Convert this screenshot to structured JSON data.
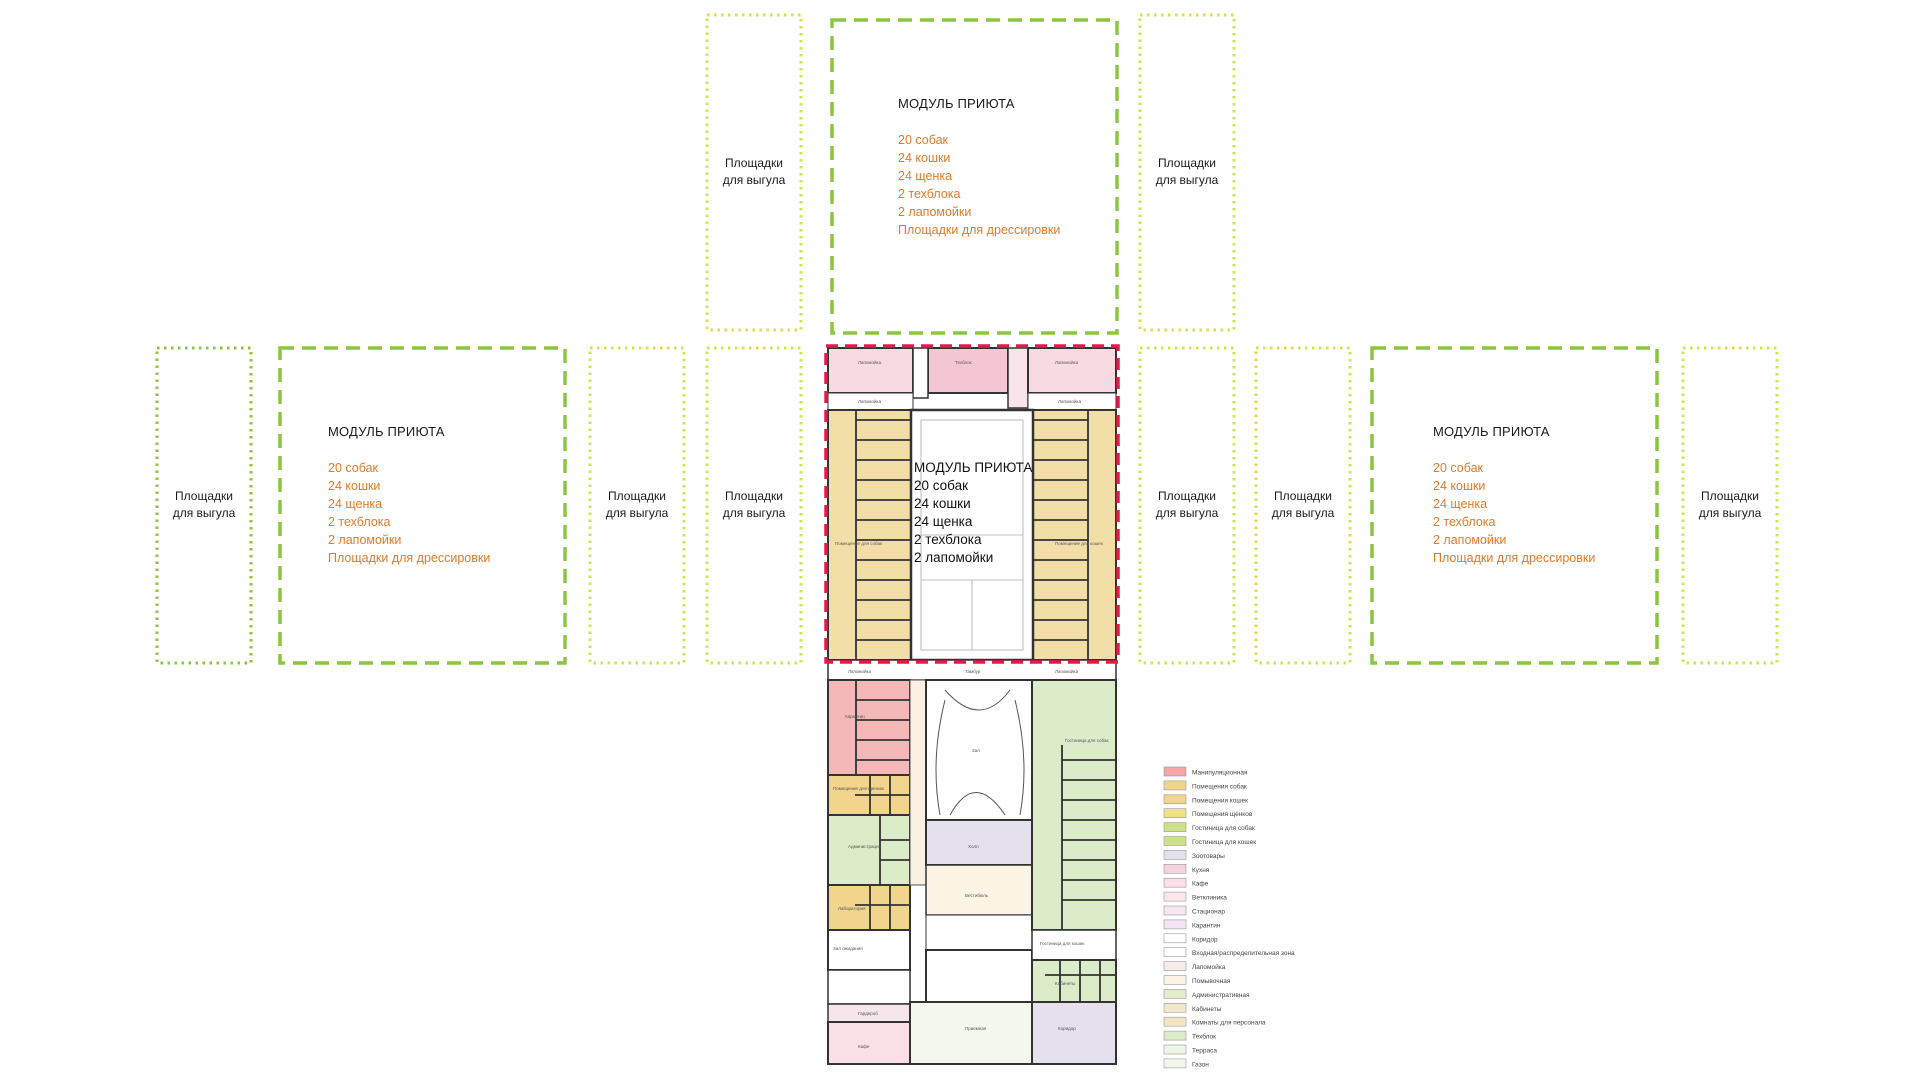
{
  "yards": {
    "label_line1": "Площадки",
    "label_line2": "для выгула"
  },
  "modules": {
    "title": "МОДУЛЬ ПРИЮТА",
    "lines": [
      "20 собак",
      "24 кошки",
      "24 щенка",
      "2 техблока",
      "2 лапомойки",
      "Площадки для дрессировки"
    ]
  },
  "center_module": {
    "title": "МОДУЛЬ ПРИЮТА",
    "lines": [
      "20 собак",
      "24 кошки",
      "24 щенка",
      "2 техблока",
      "2 лапомойки"
    ]
  },
  "colors": {
    "yard_border": "#d8e04a",
    "module_border": "#8cc63f",
    "center_border": "#e6194b",
    "module_text": "#e07b2a"
  },
  "room_labels": [
    "Лапомойка",
    "Техблок",
    "Лапомойка",
    "Лапомойка",
    "Лапомойка",
    "Помещение для собак",
    "Помещение для кошек",
    "Лапомойка",
    "Тамбур",
    "Лапомойка",
    "Карантин",
    "Гостиница для собак",
    "Зал",
    "Помещение для щенков",
    "Холл",
    "Вестибюль",
    "Гостиница для кошек",
    "Администрация",
    "Лаборатория",
    "Зал ожидания",
    "Кабинеты",
    "Приемная",
    "Кафе",
    "Гардероб",
    "Коридор"
  ],
  "legend": [
    {
      "label": "Манипуляционная",
      "color": "#f4a6a6"
    },
    {
      "label": "Помещения собак",
      "color": "#f2d58c"
    },
    {
      "label": "Помещения кошек",
      "color": "#f2d58c"
    },
    {
      "label": "Помещения щенков",
      "color": "#f0e08a"
    },
    {
      "label": "Гостиница для собак",
      "color": "#cde08a"
    },
    {
      "label": "Гостиница для кошек",
      "color": "#cde08a"
    },
    {
      "label": "Зоотовары",
      "color": "#e4e0ee"
    },
    {
      "label": "Кухня",
      "color": "#f6d3dc"
    },
    {
      "label": "Кафе",
      "color": "#f9dfe6"
    },
    {
      "label": "Ветклиника",
      "color": "#fbe6ee"
    },
    {
      "label": "Стационар",
      "color": "#f6e6f2"
    },
    {
      "label": "Карантин",
      "color": "#f2e6f4"
    },
    {
      "label": "Коридор",
      "color": "#ffffff"
    },
    {
      "label": "Входная/распределительная зона",
      "color": "#ffffff"
    },
    {
      "label": "Лапомойка",
      "color": "#f8ecea"
    },
    {
      "label": "Помывочная",
      "color": "#fbf3e4"
    },
    {
      "label": "Административная",
      "color": "#e2eccf"
    },
    {
      "label": "Кабинеты",
      "color": "#f2e8cc"
    },
    {
      "label": "Комнаты для персонала",
      "color": "#f5e4c4"
    },
    {
      "label": "Техблок",
      "color": "#dcebc8"
    },
    {
      "label": "Терраса",
      "color": "#eef5e4"
    },
    {
      "label": "Газон",
      "color": "#f4f7ee"
    }
  ]
}
